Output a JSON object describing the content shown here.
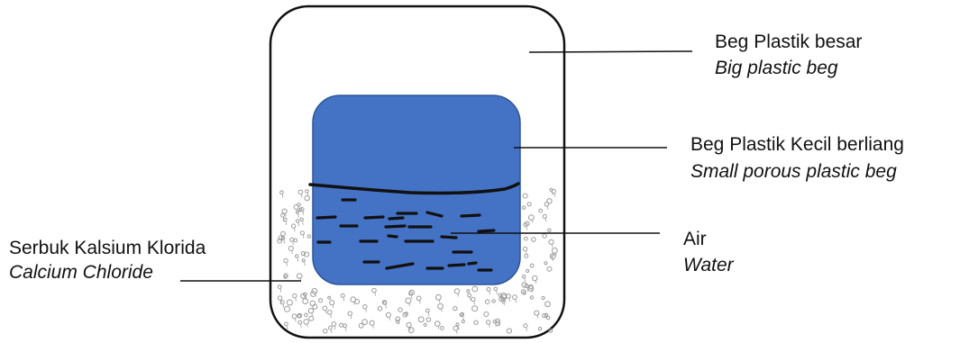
{
  "labels": {
    "big_bag": {
      "malay": "Beg Plastik besar",
      "english": "Big plastic beg"
    },
    "small_bag": {
      "malay": "Beg Plastik Kecil berliang",
      "english": "Small porous plastic beg"
    },
    "water": {
      "malay": "Air",
      "english": "Water"
    },
    "calcium_chloride": {
      "malay": "Serbuk Kalsium Klorida",
      "english": "Calcium Chloride"
    }
  },
  "colors": {
    "outline": "#111111",
    "small_bag_fill": "#4472c4",
    "small_bag_stroke": "#2f5597",
    "powder": "#9a9a9a"
  }
}
